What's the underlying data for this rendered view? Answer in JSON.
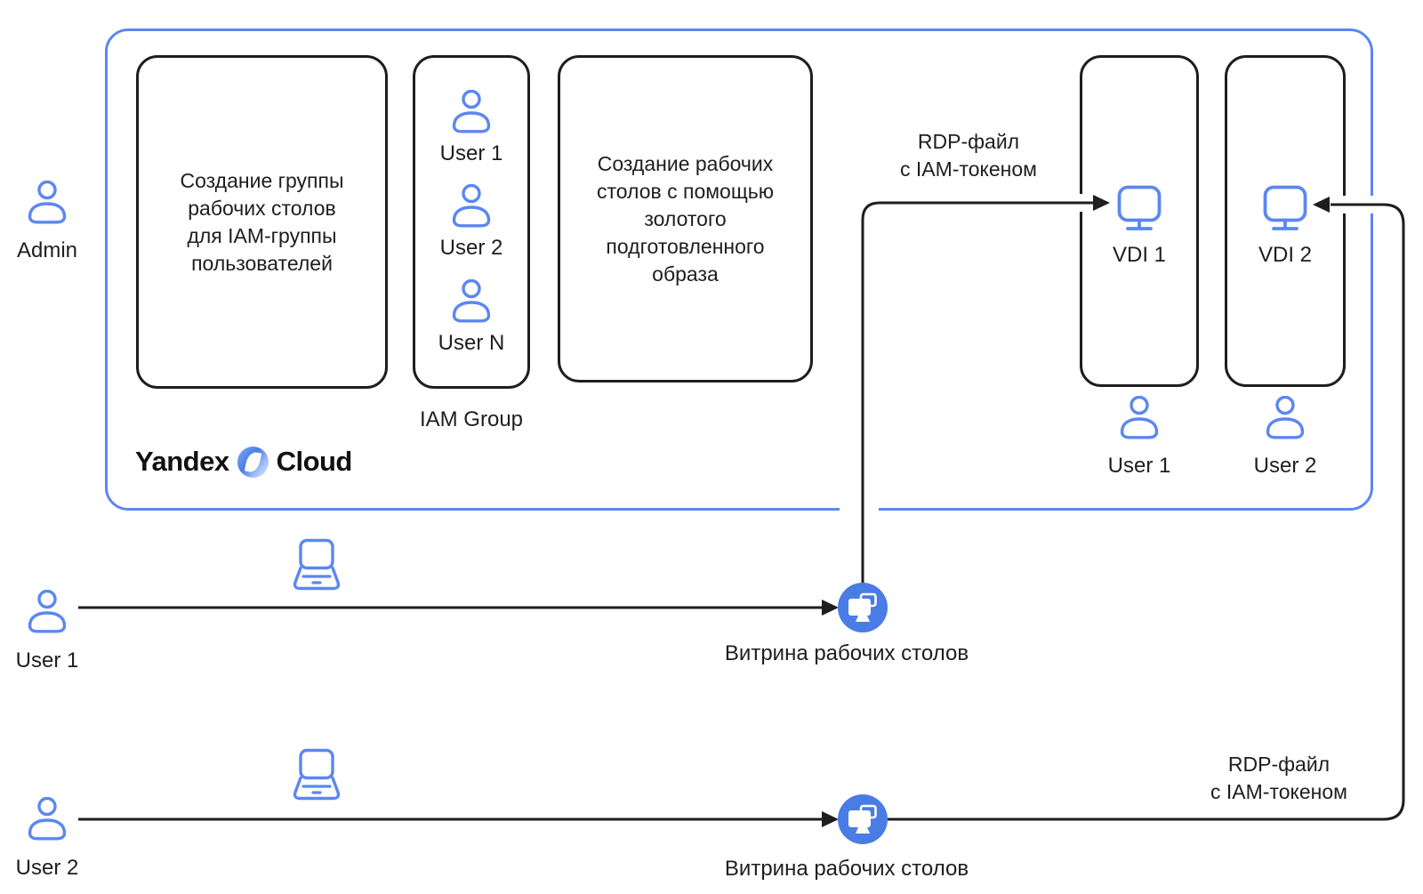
{
  "brand": {
    "left": "Yandex",
    "right": "Cloud"
  },
  "admin": {
    "label": "Admin"
  },
  "cloud": {
    "box_group": {
      "lines": [
        "Создание группы",
        "рабочих столов",
        "для IAM-группы",
        "пользователей"
      ]
    },
    "iam_group": {
      "label": "IAM Group",
      "users": [
        {
          "label": "User 1"
        },
        {
          "label": "User 2"
        },
        {
          "label": "User N"
        }
      ]
    },
    "box_image": {
      "lines": [
        "Создание рабочих",
        "столов с помощью",
        "золотого",
        "подготовленного",
        "образа"
      ]
    },
    "vdi1": {
      "label": "VDI 1",
      "user": "User 1"
    },
    "vdi2": {
      "label": "VDI 2",
      "user": "User 2"
    }
  },
  "rdp_top": {
    "lines": [
      "RDP-файл",
      "с IAM-токеном"
    ]
  },
  "rdp_bottom": {
    "lines": [
      "RDP-файл",
      "с IAM-токеном"
    ]
  },
  "flow1": {
    "user": "User 1",
    "showcase": "Витрина рабочих столов"
  },
  "flow2": {
    "user": "User 2",
    "showcase": "Витрина рабочих столов"
  },
  "colors": {
    "outline_blue": "#5b87f0",
    "showcase_fill": "#4a7ce5",
    "connector_black": "#1e1e1e",
    "text": "#1e1e1e"
  }
}
